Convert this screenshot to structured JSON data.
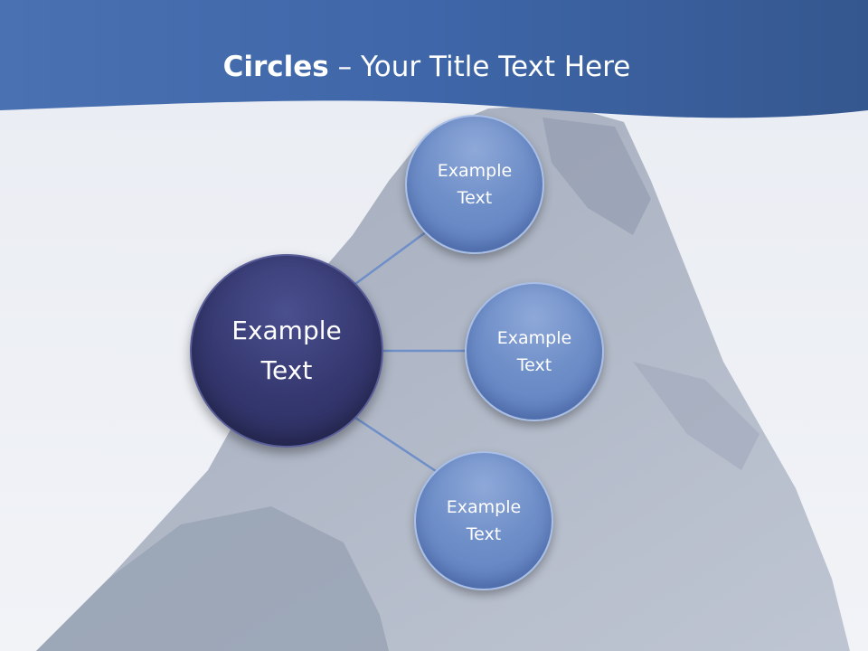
{
  "slide": {
    "title_bold": "Circles",
    "title_rest": " – Your Title Text Here"
  },
  "diagram": {
    "center_label": "Example\nText",
    "nodes": [
      {
        "label": "Example\nText"
      },
      {
        "label": "Example\nText"
      },
      {
        "label": "Example\nText"
      }
    ]
  },
  "colors": {
    "header": "#3f67a8",
    "center_circle": "#34376e",
    "outer_circle": "#6f8fc9",
    "connector": "#6f8fc9"
  }
}
